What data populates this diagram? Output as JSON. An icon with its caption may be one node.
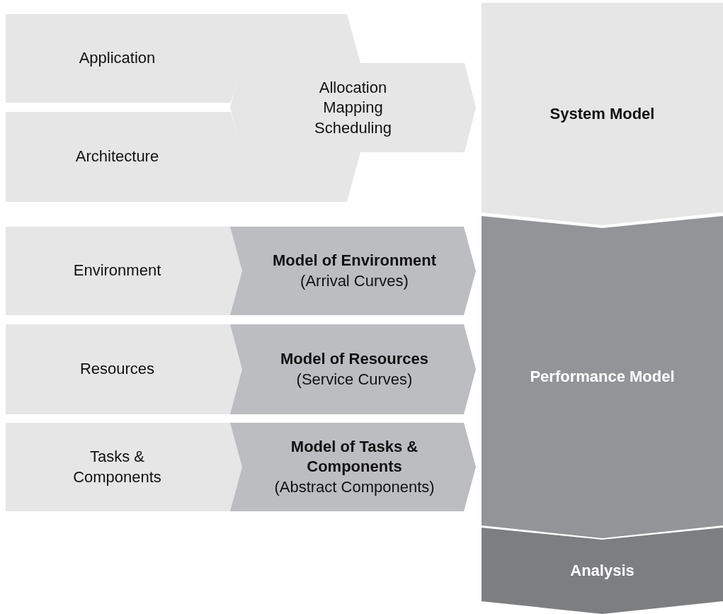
{
  "diagram": {
    "nodes": [
      {
        "text": [
          "Application"
        ]
      },
      {
        "text": [
          "Architecture"
        ]
      },
      {
        "text": [
          "Allocation Mapping Scheduling"
        ]
      },
      {
        "text": [
          "System Model"
        ]
      },
      {
        "text": [
          "Environment"
        ]
      },
      {
        "text": [
          "Model of Environment",
          "(Arrival Curves)"
        ]
      },
      {
        "text": [
          "Resources"
        ]
      },
      {
        "text": [
          "Model of Resources",
          "(Service Curves)"
        ]
      },
      {
        "text": [
          "Tasks & Components"
        ]
      },
      {
        "text": [
          "Model of Tasks & Components",
          "(Abstract Components)"
        ]
      },
      {
        "text": [
          "Performance Model"
        ]
      },
      {
        "text": [
          "Analysis"
        ]
      }
    ]
  }
}
